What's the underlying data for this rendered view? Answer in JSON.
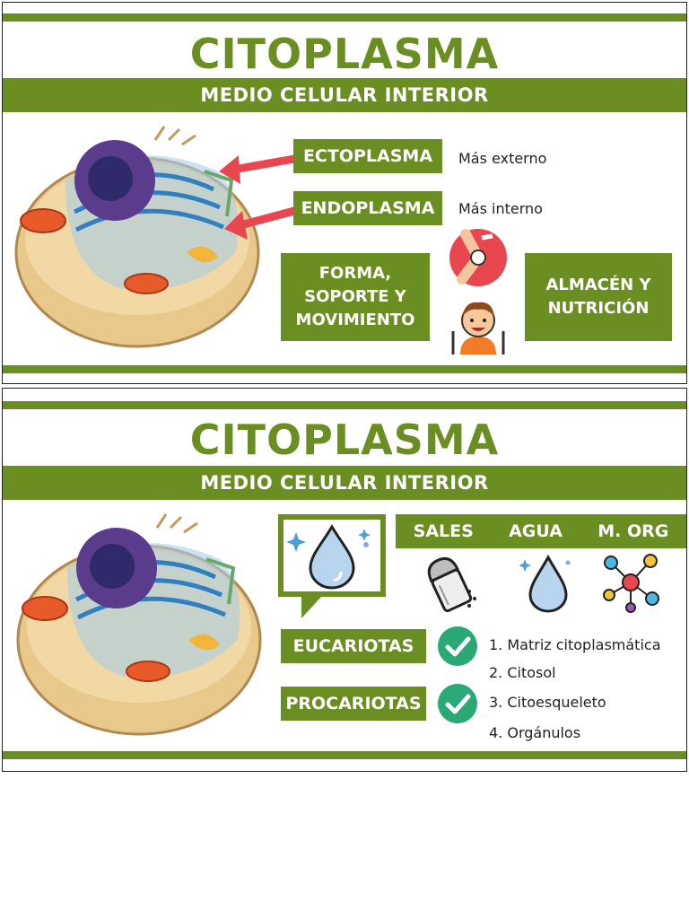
{
  "slide1": {
    "title": "CITOPLASMA",
    "subtitle": "MEDIO CELULAR INTERIOR",
    "ecto_label": "ECTOPLASMA",
    "ecto_desc": "Más externo",
    "endo_label": "ENDOPLASMA",
    "endo_desc": "Más interno",
    "function1_line1": "FORMA,",
    "function1_line2": "SOPORTE Y",
    "function1_line3": "MOVIMIENTO",
    "function2_line1": "ALMACÉN Y",
    "function2_line2": "NUTRICIÓN"
  },
  "slide2": {
    "title": "CITOPLASMA",
    "subtitle": "MEDIO CELULAR INTERIOR",
    "components": [
      "SALES",
      "AGUA",
      "M. ORG"
    ],
    "euk_label": "EUCARIOTAS",
    "prok_label": "PROCARIOTAS",
    "parts": [
      "1. Matriz citoplasmática",
      "2. Citosol",
      "3. Citoesqueleto",
      "4. Orgánulos"
    ]
  },
  "colors": {
    "accent_green": "#6b8e23",
    "arrow_red": "#e8474f",
    "check_teal": "#2aa876"
  },
  "icons": {
    "cell": "animal-cell-illustration",
    "knee": "knee-joint-icon",
    "child_eating": "child-eating-icon",
    "drop": "water-drop-icon",
    "salt": "salt-shaker-icon",
    "molecule": "molecule-icon",
    "check": "check-circle-icon"
  }
}
